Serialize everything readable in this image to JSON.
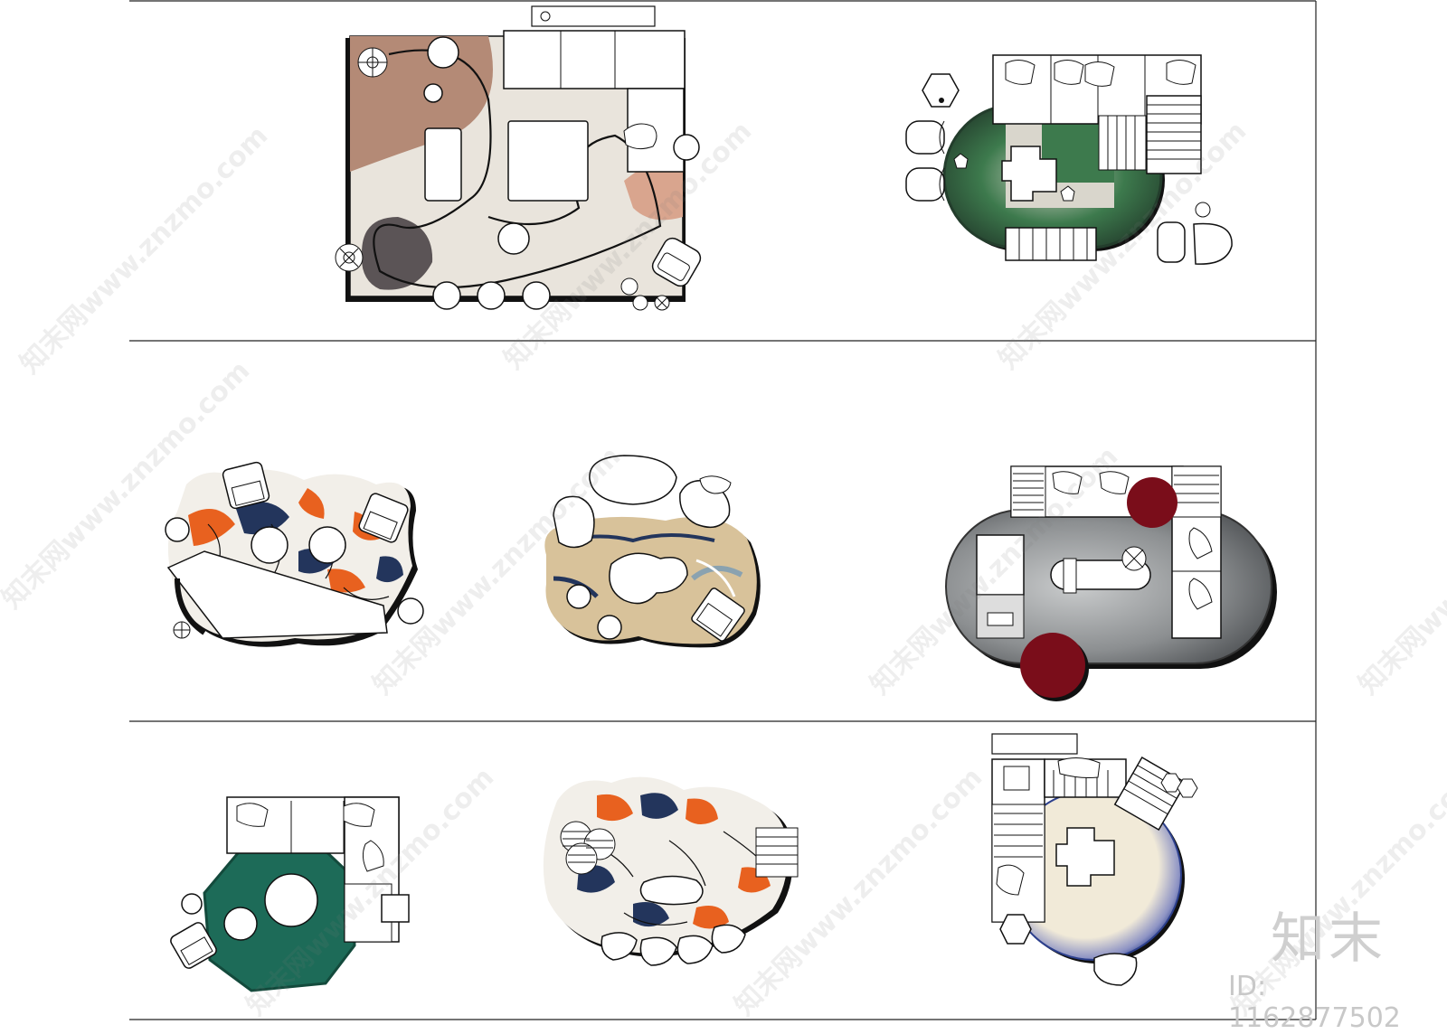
{
  "watermark": {
    "text": "知末网www.znzmo.com"
  },
  "brand": {
    "logo_text": "知末"
  },
  "footer": {
    "id_text": "ID: 1162877502"
  },
  "colors": {
    "rug_beige": "#e9e4dc",
    "rug_brown": "#b48a76",
    "rug_charcoal": "#5b5456",
    "rug_green": "#3d7a4d",
    "rug_green_dark": "#233d2c",
    "rug_grey": "#8c8f91",
    "accent_red": "#7a0d1a",
    "accent_orange": "#e8611f",
    "accent_navy": "#23355c",
    "rug_teal": "#1d6b58",
    "rug_cream": "#f1ead8",
    "rug_blue": "#2c3f8c",
    "rug_sand": "#d8c29a",
    "outline": "#111111"
  },
  "panels": [
    {
      "name": "rug-layout-abstract-rectangle"
    },
    {
      "name": "rug-layout-green-oval"
    },
    {
      "name": "rug-layout-camouflage-orange"
    },
    {
      "name": "rug-layout-beige-organic"
    },
    {
      "name": "rug-layout-grey-capsule"
    },
    {
      "name": "rug-layout-green-octagon"
    },
    {
      "name": "rug-layout-camouflage-pebble"
    },
    {
      "name": "rug-layout-blue-edge-round"
    }
  ]
}
